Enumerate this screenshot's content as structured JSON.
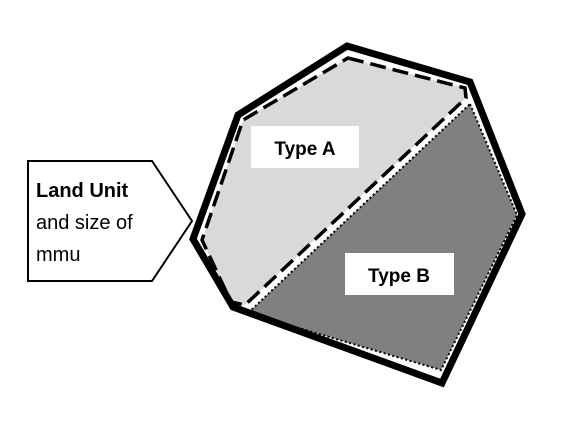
{
  "diagram": {
    "callout": {
      "title": "Land Unit",
      "line2": "and size of",
      "line3": "mmu"
    },
    "regions": {
      "type_a": {
        "label": "Type A",
        "color": "#d9d9d9"
      },
      "type_b": {
        "label": "Type B",
        "color": "#808080"
      }
    },
    "colors": {
      "outline": "#000000",
      "label_bg": "#ffffff",
      "background": "#ffffff"
    }
  }
}
